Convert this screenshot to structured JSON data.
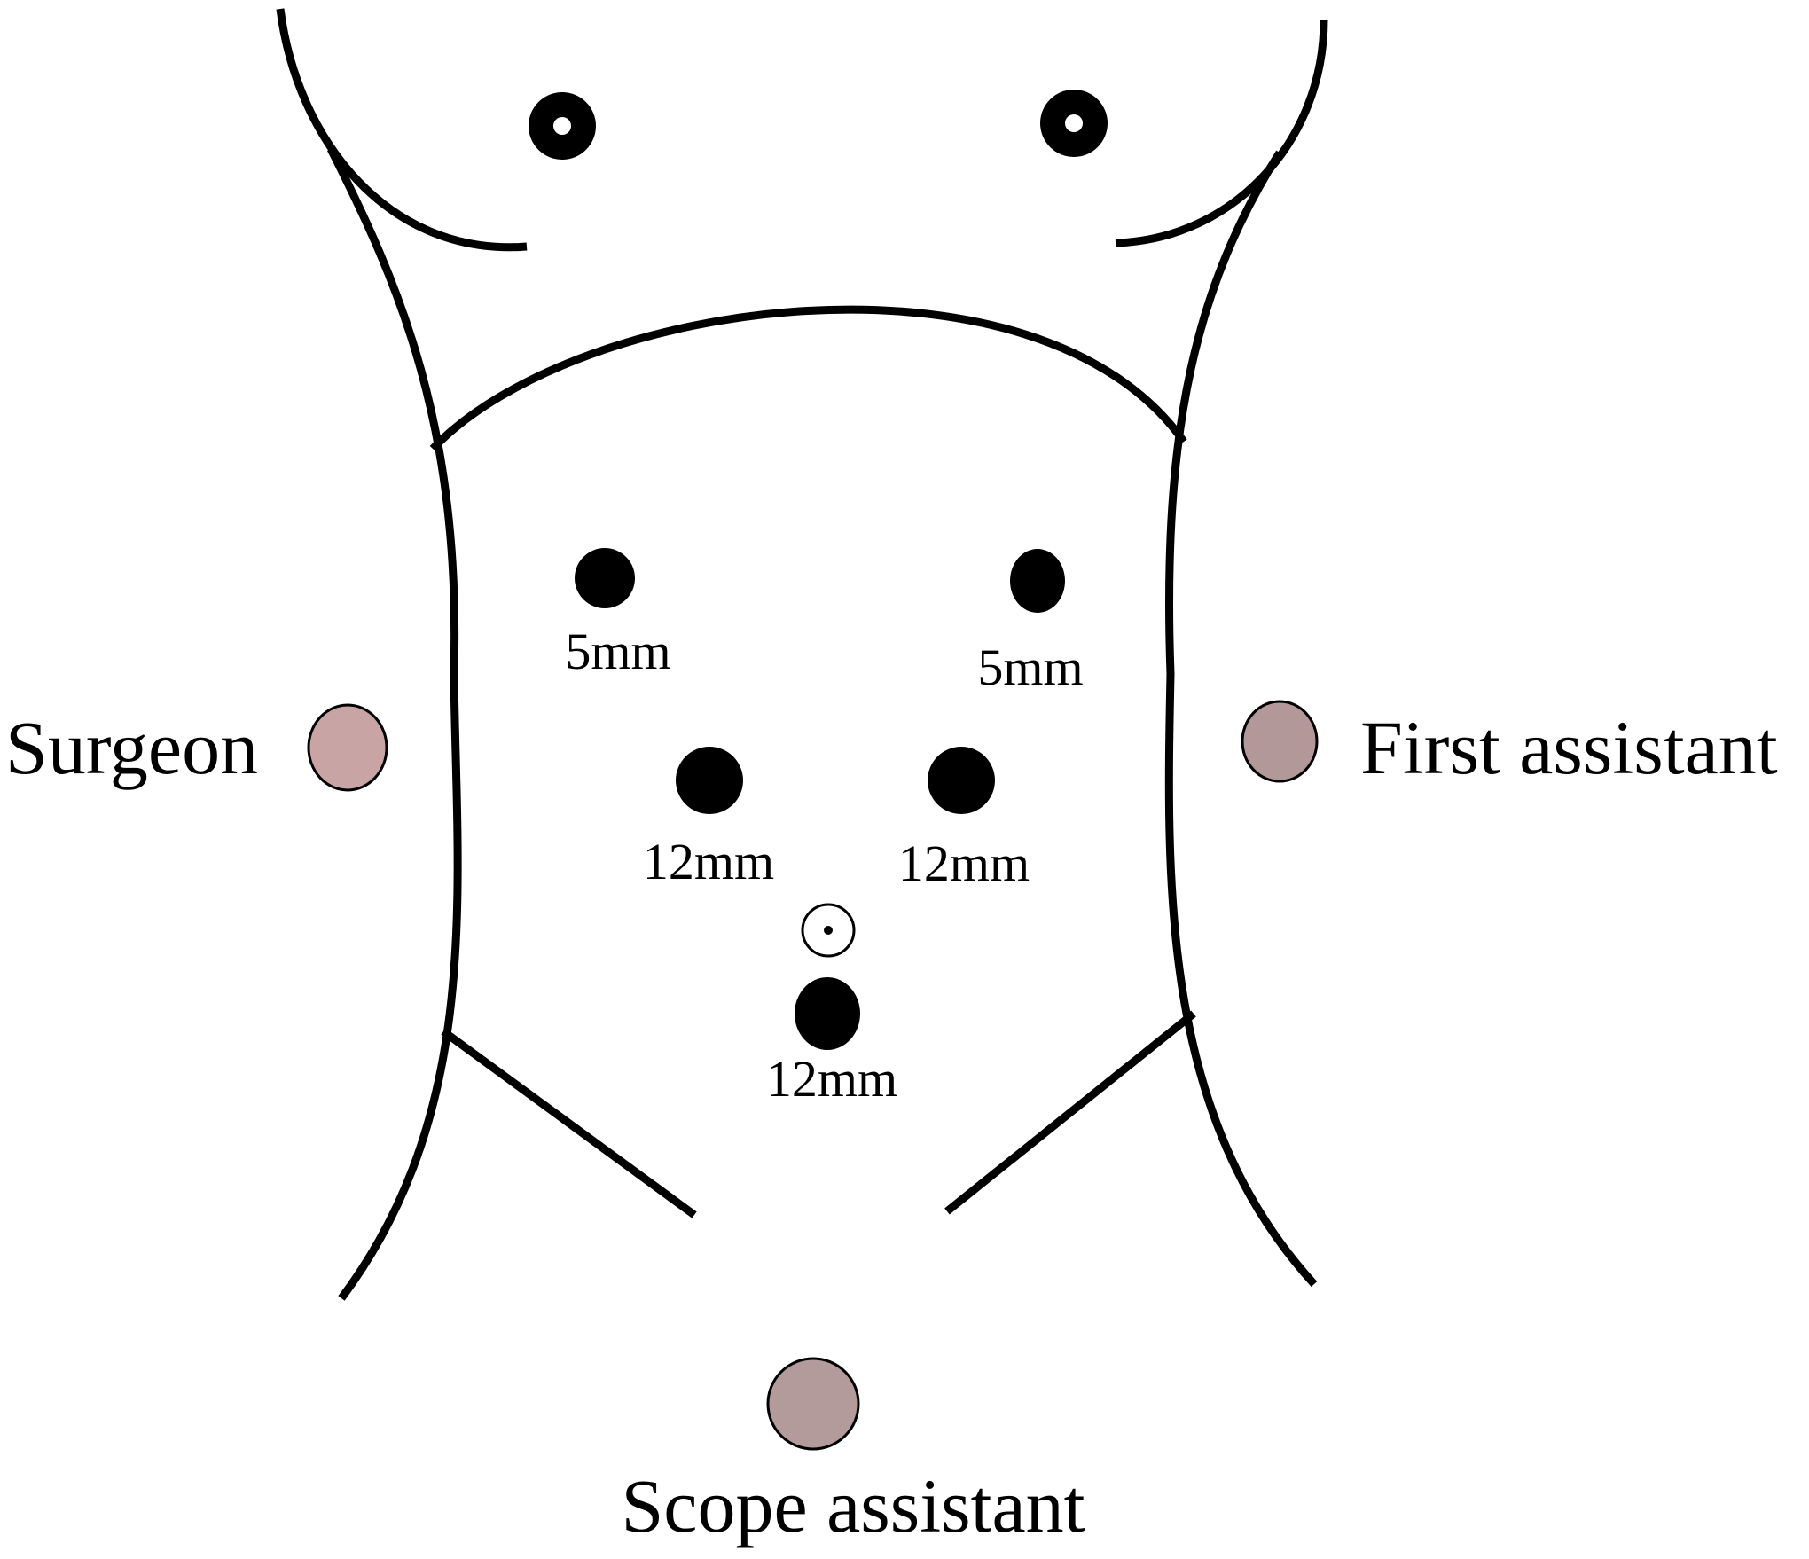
{
  "ports": [
    {
      "id": "upper-left",
      "size_label": "5mm"
    },
    {
      "id": "upper-right",
      "size_label": "5mm"
    },
    {
      "id": "middle-left",
      "size_label": "12mm"
    },
    {
      "id": "middle-right",
      "size_label": "12mm"
    },
    {
      "id": "lower-center",
      "size_label": "12mm"
    }
  ],
  "staff": {
    "surgeon": {
      "label": "Surgeon",
      "color": "#c9a4a4"
    },
    "first_assistant": {
      "label": "First assistant",
      "color": "#b29898"
    },
    "scope_assistant": {
      "label": "Scope assistant",
      "color": "#b39b9b"
    }
  },
  "colors": {
    "outline": "#000000",
    "port": "#000000",
    "background": "#ffffff"
  }
}
